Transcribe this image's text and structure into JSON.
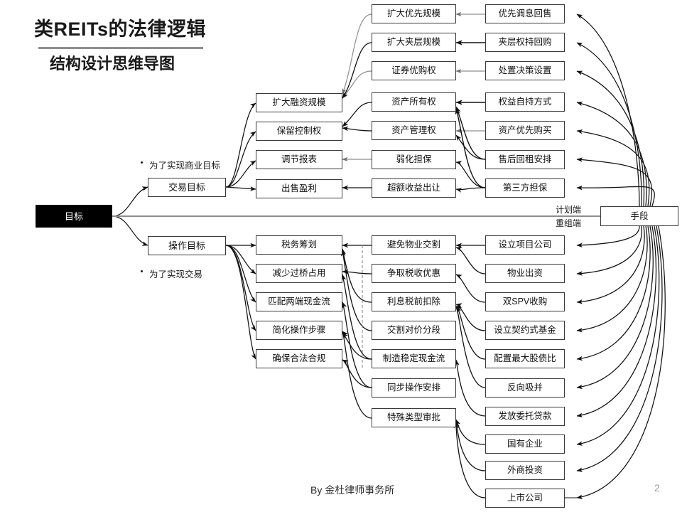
{
  "title": {
    "main": "类REITs的法律逻辑",
    "sub": "结构设计思维导图"
  },
  "root": {
    "label": "目标"
  },
  "means": {
    "label": "手段"
  },
  "spine_labels": {
    "top": "计划端",
    "bottom": "重组端"
  },
  "bullets": [
    {
      "text": "为了实现商业目标"
    },
    {
      "text": "为了实现交易"
    }
  ],
  "level1": [
    {
      "label": "交易目标"
    },
    {
      "label": "操作目标"
    }
  ],
  "level2_upper": [
    {
      "label": "扩大融资规模"
    },
    {
      "label": "保留控制权"
    },
    {
      "label": "调节报表"
    },
    {
      "label": "出售盈利"
    }
  ],
  "level2_lower": [
    {
      "label": "税务筹划"
    },
    {
      "label": "减少过桥占用"
    },
    {
      "label": "匹配两端现金流"
    },
    {
      "label": "简化操作步骤"
    },
    {
      "label": "确保合法合规"
    }
  ],
  "level3_upper": [
    {
      "label": "扩大优先规模"
    },
    {
      "label": "扩大夹层规模"
    },
    {
      "label": "证券优购权"
    },
    {
      "label": "资产所有权"
    },
    {
      "label": "资产管理权"
    },
    {
      "label": "弱化担保"
    },
    {
      "label": "超额收益出让"
    }
  ],
  "level3_lower": [
    {
      "label": "避免物业交割"
    },
    {
      "label": "争取税收优惠"
    },
    {
      "label": "利息税前扣除"
    },
    {
      "label": "交割对价分段"
    },
    {
      "label": "制造稳定现金流"
    },
    {
      "label": "同步操作安排"
    },
    {
      "label": "特殊类型审批"
    }
  ],
  "level4_upper": [
    {
      "label": "优先调息回售"
    },
    {
      "label": "夹层权持回购"
    },
    {
      "label": "处置决策设置"
    },
    {
      "label": "权益自持方式"
    },
    {
      "label": "资产优先购买"
    },
    {
      "label": "售后回租安排"
    },
    {
      "label": "第三方担保"
    }
  ],
  "level4_lower": [
    {
      "label": "设立项目公司"
    },
    {
      "label": "物业出资"
    },
    {
      "label": "双SPV收购"
    },
    {
      "label": "设立契约式基金"
    },
    {
      "label": "配置最大股债比"
    },
    {
      "label": "反向吸并"
    },
    {
      "label": "发放委托贷款"
    },
    {
      "label": "国有企业"
    },
    {
      "label": "外商投资"
    },
    {
      "label": "上市公司"
    }
  ],
  "footer": {
    "credit": "By 金杜律师事务所",
    "page_number": "2"
  },
  "colors": {
    "root_fill": "#000000",
    "box_stroke": "#3a3a3a",
    "connector_dark": "#111111",
    "connector_gray": "#8d8d8d",
    "rule": "#8d8d8d"
  }
}
